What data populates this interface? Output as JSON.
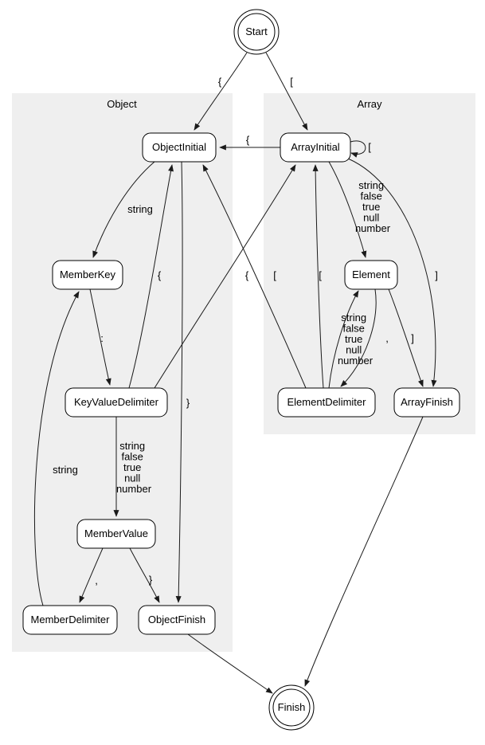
{
  "diagram": {
    "clusters": {
      "object": "Object",
      "array": "Array"
    },
    "nodes": {
      "start": "Start",
      "objectInitial": "ObjectInitial",
      "arrayInitial": "ArrayInitial",
      "memberKey": "MemberKey",
      "element": "Element",
      "keyValueDelimiter": "KeyValueDelimiter",
      "elementDelimiter": "ElementDelimiter",
      "arrayFinish": "ArrayFinish",
      "memberValue": "MemberValue",
      "memberDelimiter": "MemberDelimiter",
      "objectFinish": "ObjectFinish",
      "finish": "Finish"
    },
    "edgeLabels": {
      "startToObjectInitial": "{",
      "startToArrayInitial": "[",
      "arrayInitialToObjectInitial": "{",
      "arrayInitialSelf": "[",
      "objectInitialToMemberKey": "string",
      "memberKeyToKeyValueDelimiter": ":",
      "keyValueDelimiterToMemberValue": [
        "string",
        "false",
        "true",
        "null",
        "number"
      ],
      "memberValueToMemberDelimiter": ",",
      "memberDelimiterToMemberKey": "string",
      "memberValueToObjectFinish": "}",
      "objectInitialToObjectFinish": "}",
      "keyValueDelimiterToObjectInitial": "{",
      "elementDelimiterToObjectInitial": "{",
      "keyValueDelimiterToArrayInitial": "[",
      "elementDelimiterToArrayInitial": "[",
      "arrayInitialToElement": [
        "string",
        "false",
        "true",
        "null",
        "number"
      ],
      "elementToElementDelimiter": ",",
      "elementDelimiterToElement": [
        "string",
        "false",
        "true",
        "null",
        "number"
      ],
      "elementToArrayFinish": "]",
      "arrayInitialToArrayFinish": "]"
    }
  }
}
